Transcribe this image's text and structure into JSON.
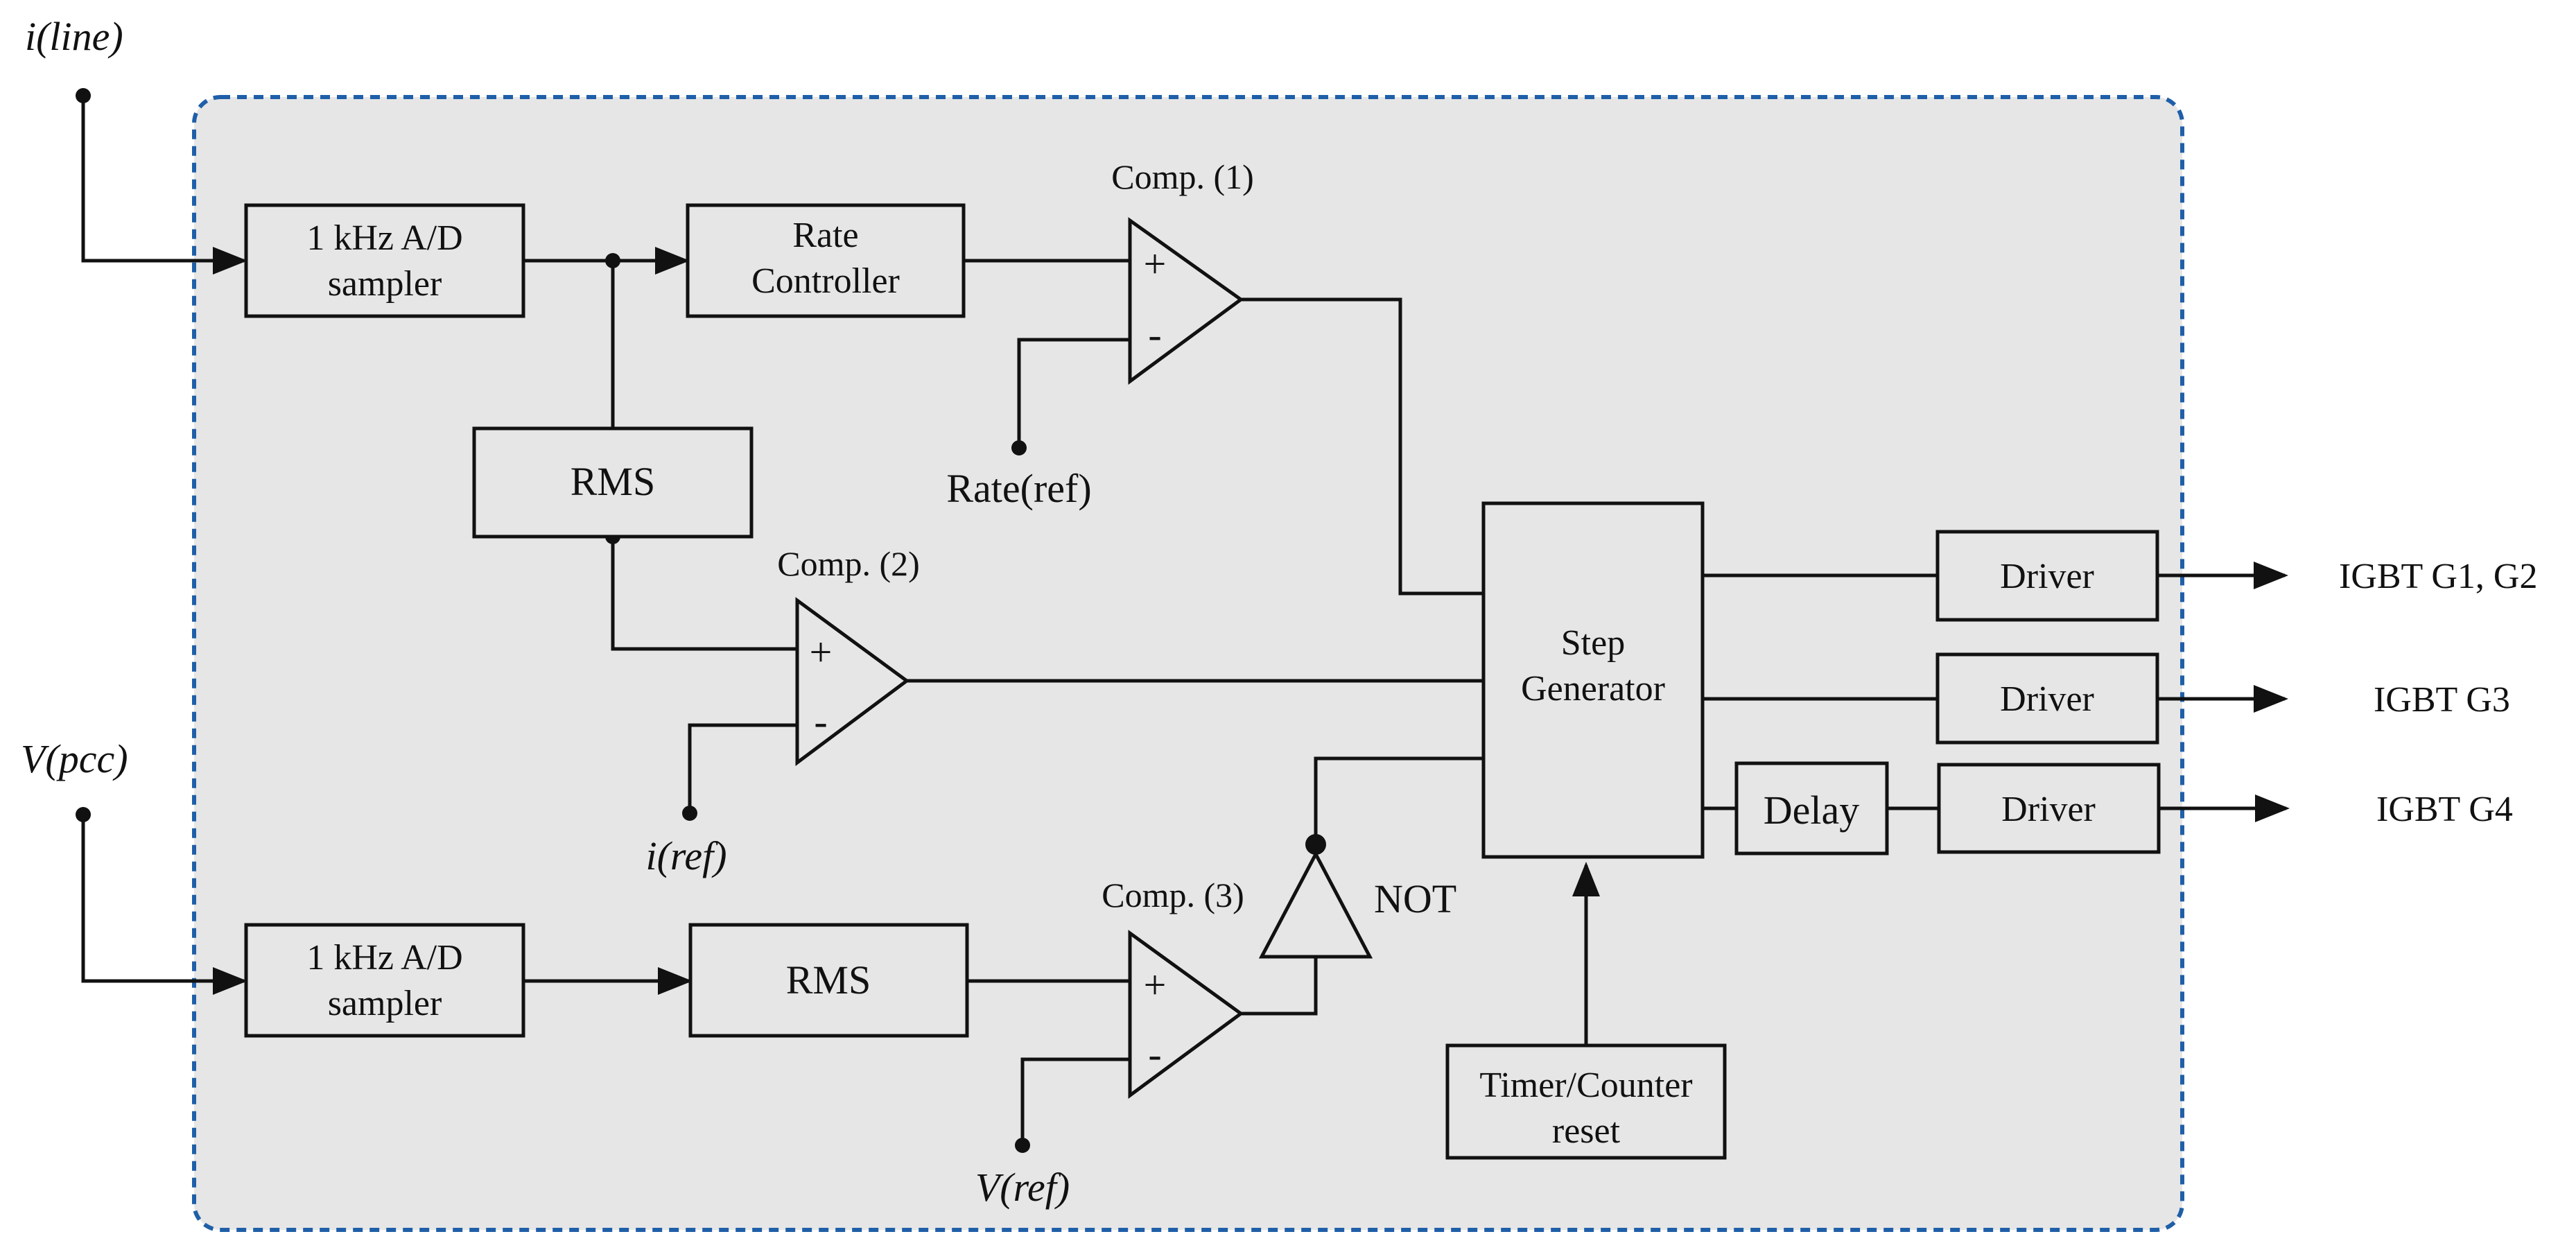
{
  "inputs": {
    "i_line": "i(line)",
    "v_pcc": "V(pcc)"
  },
  "blocks": {
    "ad_sampler_1": [
      "1 kHz A/D",
      "sampler"
    ],
    "rate_controller": [
      "Rate",
      "Controller"
    ],
    "rms_1": "RMS",
    "ad_sampler_2": [
      "1 kHz A/D",
      "sampler"
    ],
    "rms_2": "RMS",
    "step_generator": [
      "Step",
      "Generator"
    ],
    "timer_counter": [
      "Timer/Counter",
      "reset"
    ],
    "delay": "Delay",
    "driver_1": "Driver",
    "driver_2": "Driver",
    "driver_3": "Driver"
  },
  "comparators": {
    "comp1": "Comp. (1)",
    "comp2": "Comp. (2)",
    "comp3": "Comp. (3)",
    "plus": "+",
    "minus": "-"
  },
  "references": {
    "rate_ref": "Rate(ref)",
    "i_ref": "i(ref)",
    "v_ref": "V(ref)"
  },
  "not_gate": "NOT",
  "outputs": {
    "g1g2": "IGBT G1, G2",
    "g3": "IGBT G3",
    "g4": "IGBT G4"
  },
  "colors": {
    "panel_fill": "#e6e6e6",
    "panel_border": "#1f5fa8",
    "line": "#111111"
  }
}
